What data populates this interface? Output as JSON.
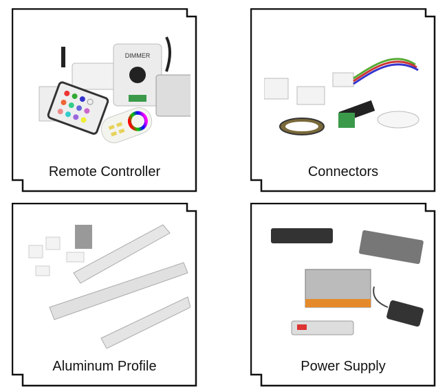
{
  "categories": [
    {
      "label": "Remote Controller"
    },
    {
      "label": "Connectors"
    },
    {
      "label": "Aluminum Profile"
    },
    {
      "label": "Power Supply"
    }
  ],
  "product_text": {
    "dimmer": "DIMMER"
  }
}
